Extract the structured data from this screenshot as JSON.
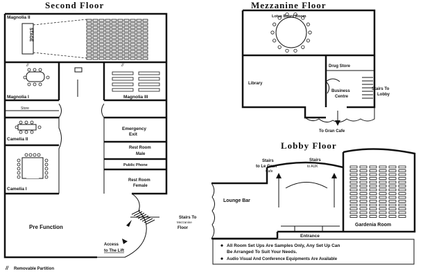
{
  "titles": {
    "second_floor": "Second Floor",
    "mezzanine_floor": "Mezzanine Floor",
    "lobby_floor": "Lobby Floor"
  },
  "second_floor_rooms": {
    "magnolia_ii": "Magnolia II",
    "stage": "STAGE",
    "magnolia_i": "Magnolia I",
    "magnolia_iii": "Magnolia III",
    "store": "Store",
    "camelia_ii": "Camelia II",
    "camelia_i": "Camelia I",
    "emergency_exit_1": "Emergency",
    "emergency_exit_2": "Exit",
    "rest_room_male_1": "Rest Room",
    "rest_room_male_2": "Male",
    "public_phone": "Public Phone",
    "rest_room_female_1": "Rest Room",
    "rest_room_female_2": "Female",
    "pre_function": "Pre Function",
    "stairs_mezz_1": "Stairs To",
    "stairs_mezz_2": "Mezzanine",
    "stairs_mezz_3": "Floor",
    "access_lift_1": "Access",
    "access_lift_2": "to The Lift"
  },
  "legend": {
    "removable_partition": "Removable Partition"
  },
  "mezzanine_rooms": {
    "lotus_board_room": "Lotus Board Room",
    "library": "Library",
    "drug_store": "Drug Store",
    "business_centre_1": "Business",
    "business_centre_2": "Centre",
    "stairs_lobby_1": "Stairs To",
    "stairs_lobby_2": "Lobby",
    "to_gran_cafe": "To Gran Cafe"
  },
  "lobby_rooms": {
    "stairs_le_gran_1": "Stairs",
    "stairs_le_gran_2": "to Le Gran",
    "stairs_le_gran_3": "Cafe",
    "stairs_auk_1": "Stairs",
    "stairs_auk_2": "to AUK",
    "lounge_bar": "Lounge Bar",
    "gardenia_room": "Gardenia Room",
    "entrance": "Entrance"
  },
  "notes": {
    "note1_line1": "All Room Set Ups Are Samples Only, Any Set Up Can",
    "note1_line2": "Be Arranged To Suit Your Needs.",
    "note2": "Audio Visual And Conference Equipments Are Available"
  }
}
